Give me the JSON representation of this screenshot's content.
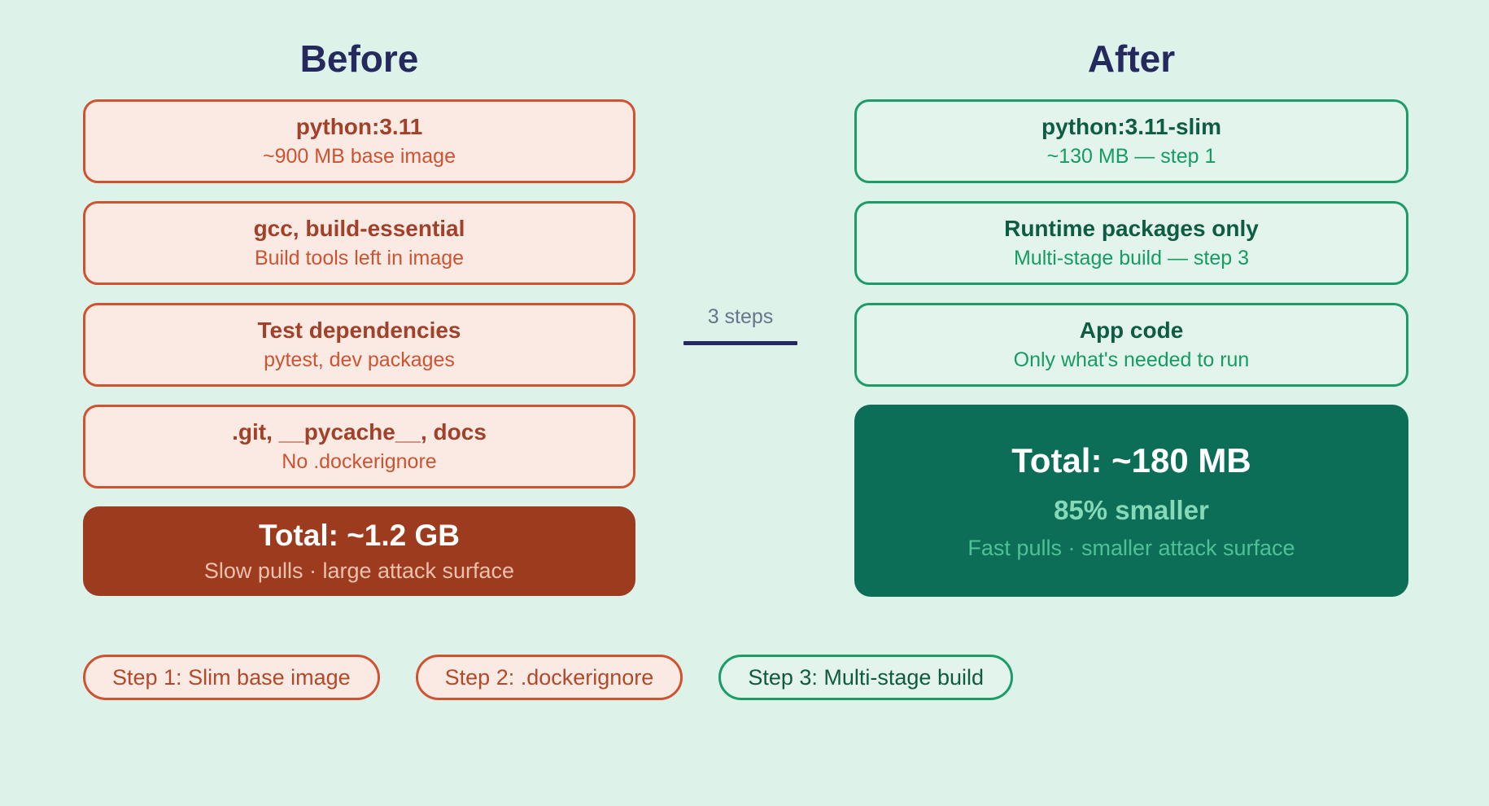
{
  "colors": {
    "page_bg": "#ddf2e9",
    "heading": "#252a5e",
    "muted": "#68758a",
    "connector_line": "#252a5e",
    "red_border": "#cf5330",
    "red_fill": "#fbeae3",
    "red_title": "#a24129",
    "red_sub": "#cc5433",
    "red_solid_bg": "#9c3b1e",
    "red_solid_title": "#ffffff",
    "red_solid_sub": "#efc0ae",
    "green_border": "#1b9c68",
    "green_fill": "#e3f4ec",
    "green_title": "#0e5c44",
    "green_sub": "#169c63",
    "green_solid_bg": "#0d6e58",
    "green_solid_title": "#ffffff",
    "green_solid_pct": "#85d9b6",
    "green_solid_sub": "#50c096",
    "pill_red_text": "#b04a2a",
    "pill_green_text": "#11593f"
  },
  "before": {
    "title": "Before",
    "boxes": [
      {
        "title": "python:3.11",
        "subtitle": "~900 MB base image"
      },
      {
        "title": "gcc, build-essential",
        "subtitle": "Build tools left in image"
      },
      {
        "title": "Test dependencies",
        "subtitle": "pytest, dev packages"
      },
      {
        "title": ".git, __pycache__, docs",
        "subtitle": "No .dockerignore"
      }
    ],
    "total": {
      "title": "Total: ~1.2 GB",
      "subtitle": "Slow pulls · large attack surface"
    }
  },
  "connector": {
    "label": "3 steps"
  },
  "after": {
    "title": "After",
    "boxes": [
      {
        "title": "python:3.11-slim",
        "subtitle": "~130 MB — step 1"
      },
      {
        "title": "Runtime packages only",
        "subtitle": "Multi-stage build — step 3"
      },
      {
        "title": "App code",
        "subtitle": "Only what's needed to run"
      }
    ],
    "total": {
      "title": "Total: ~180 MB",
      "highlight": "85% smaller",
      "subtitle": "Fast pulls · smaller attack surface"
    }
  },
  "steps": [
    {
      "label": "Step 1: Slim base image"
    },
    {
      "label": "Step 2: .dockerignore"
    },
    {
      "label": "Step 3: Multi-stage build"
    }
  ]
}
